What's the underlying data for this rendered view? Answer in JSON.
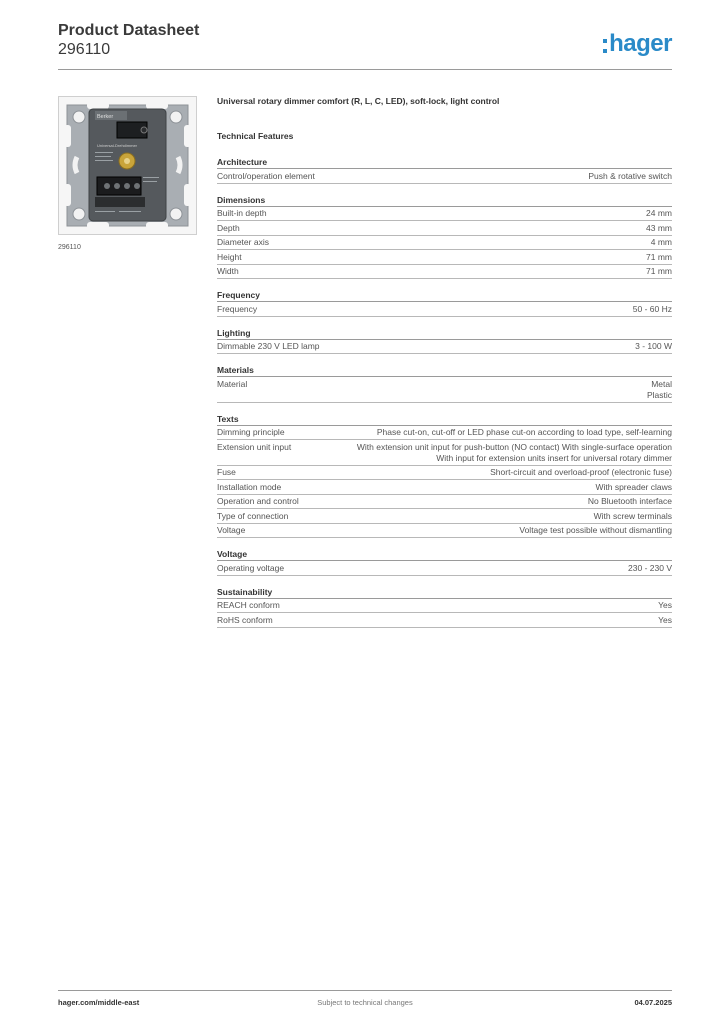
{
  "header": {
    "title": "Product Datasheet",
    "number": "296110",
    "logo_text": "hager"
  },
  "image": {
    "caption": "296110",
    "label_top": "Berker",
    "label_mid": "Universal-Drehdimmer"
  },
  "product": {
    "description": "Universal rotary dimmer comfort (R, L, C, LED), soft-lock, light control"
  },
  "technical_features_title": "Technical Features",
  "sections": [
    {
      "title": "Architecture",
      "rows": [
        {
          "label": "Control/operation element",
          "values": [
            "Push & rotative switch"
          ]
        }
      ]
    },
    {
      "title": "Dimensions",
      "rows": [
        {
          "label": "Built-in depth",
          "values": [
            "24 mm"
          ]
        },
        {
          "label": "Depth",
          "values": [
            "43 mm"
          ]
        },
        {
          "label": "Diameter axis",
          "values": [
            "4 mm"
          ]
        },
        {
          "label": "Height",
          "values": [
            "71 mm"
          ]
        },
        {
          "label": "Width",
          "values": [
            "71 mm"
          ]
        }
      ]
    },
    {
      "title": "Frequency",
      "rows": [
        {
          "label": "Frequency",
          "values": [
            "50 - 60 Hz"
          ]
        }
      ]
    },
    {
      "title": "Lighting",
      "rows": [
        {
          "label": "Dimmable 230 V LED lamp",
          "values": [
            "3 - 100 W"
          ]
        }
      ]
    },
    {
      "title": "Materials",
      "rows": [
        {
          "label": "Material",
          "values": [
            "Metal",
            "Plastic"
          ]
        }
      ]
    },
    {
      "title": "Texts",
      "rows": [
        {
          "label": "Dimming principle",
          "values": [
            "Phase cut-on, cut-off or LED phase cut-on according to load type, self-learning"
          ]
        },
        {
          "label": "Extension unit input",
          "values": [
            "With extension unit input for push-button (NO contact) With single-surface operation",
            "With input for extension units insert for universal rotary dimmer"
          ]
        },
        {
          "label": "Fuse",
          "values": [
            "Short-circuit and overload-proof (electronic fuse)"
          ]
        },
        {
          "label": "Installation mode",
          "values": [
            "With spreader claws"
          ]
        },
        {
          "label": "Operation and control",
          "values": [
            "No Bluetooth interface"
          ]
        },
        {
          "label": "Type of connection",
          "values": [
            "With screw terminals"
          ]
        },
        {
          "label": "Voltage",
          "values": [
            "Voltage test possible without dismantling"
          ]
        }
      ]
    },
    {
      "title": "Voltage",
      "rows": [
        {
          "label": "Operating voltage",
          "values": [
            "230 - 230 V"
          ]
        }
      ]
    },
    {
      "title": "Sustainability",
      "rows": [
        {
          "label": "REACH conform",
          "values": [
            "Yes"
          ]
        },
        {
          "label": "RoHS conform",
          "values": [
            "Yes"
          ]
        }
      ]
    }
  ],
  "footer": {
    "website": "hager.com/middle-east",
    "notice": "Subject to technical changes",
    "date": "04.07.2025"
  }
}
